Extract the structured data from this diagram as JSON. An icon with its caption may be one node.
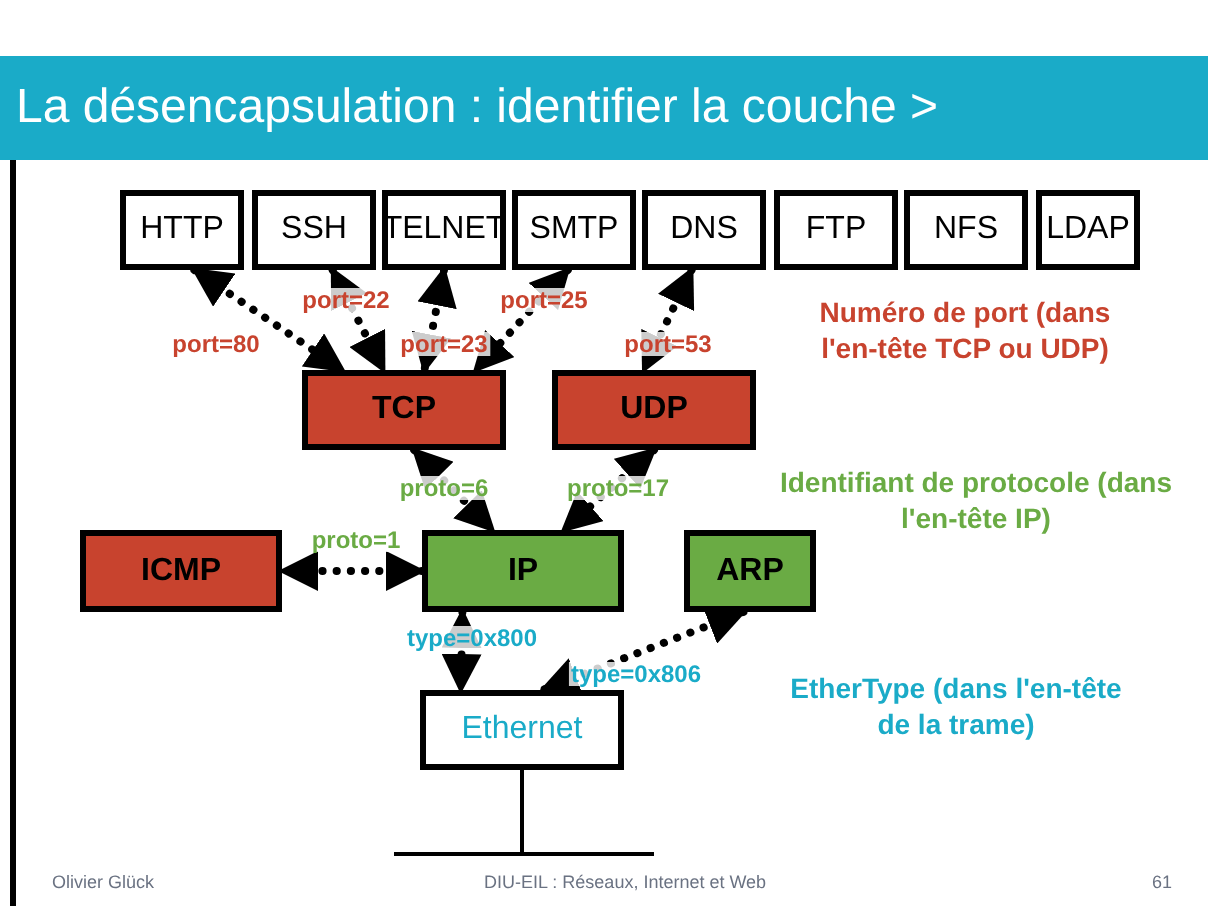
{
  "diagram": {
    "title": "La désencapsulation : identifier la couche >",
    "nodes": [
      {
        "text": [
          "HTTP"
        ]
      },
      {
        "text": [
          "SSH"
        ]
      },
      {
        "text": [
          "TELNET"
        ]
      },
      {
        "text": [
          "SMTP"
        ]
      },
      {
        "text": [
          "DNS"
        ]
      },
      {
        "text": [
          "FTP"
        ]
      },
      {
        "text": [
          "NFS"
        ]
      },
      {
        "text": [
          "LDAP"
        ]
      },
      {
        "text": [
          "TCP"
        ]
      },
      {
        "text": [
          "UDP"
        ]
      },
      {
        "text": [
          "ICMP"
        ]
      },
      {
        "text": [
          "IP"
        ]
      },
      {
        "text": [
          "ARP"
        ]
      },
      {
        "text": [
          "Ethernet"
        ]
      }
    ],
    "edges": [
      {
        "from": 0,
        "to": 8,
        "arrow": "both",
        "label": "port=80"
      },
      {
        "from": 1,
        "to": 8,
        "arrow": "both",
        "label": "port=22"
      },
      {
        "from": 2,
        "to": 8,
        "arrow": "both",
        "label": "port=23"
      },
      {
        "from": 3,
        "to": 8,
        "arrow": "both",
        "label": "port=25"
      },
      {
        "from": 4,
        "to": 9,
        "arrow": "both",
        "label": "port=53"
      },
      {
        "from": 8,
        "to": 11,
        "arrow": "both",
        "label": "proto=6"
      },
      {
        "from": 9,
        "to": 11,
        "arrow": "both",
        "label": "proto=17"
      },
      {
        "from": 11,
        "to": 10,
        "arrow": "both",
        "label": "proto=1"
      },
      {
        "from": 11,
        "to": 13,
        "arrow": "both",
        "label": "type=0x800"
      },
      {
        "from": 12,
        "to": 13,
        "arrow": "both",
        "label": "type=0x806"
      }
    ],
    "labels": [
      "Numéro de port (dans l'en-tête TCP ou UDP)",
      "Identifiant de protocole (dans l'en-tête IP)",
      "EtherType (dans l'en-tête de la trame)",
      "Olivier Glück",
      "DIU-EIL : Réseaux, Internet et Web",
      "61"
    ]
  }
}
